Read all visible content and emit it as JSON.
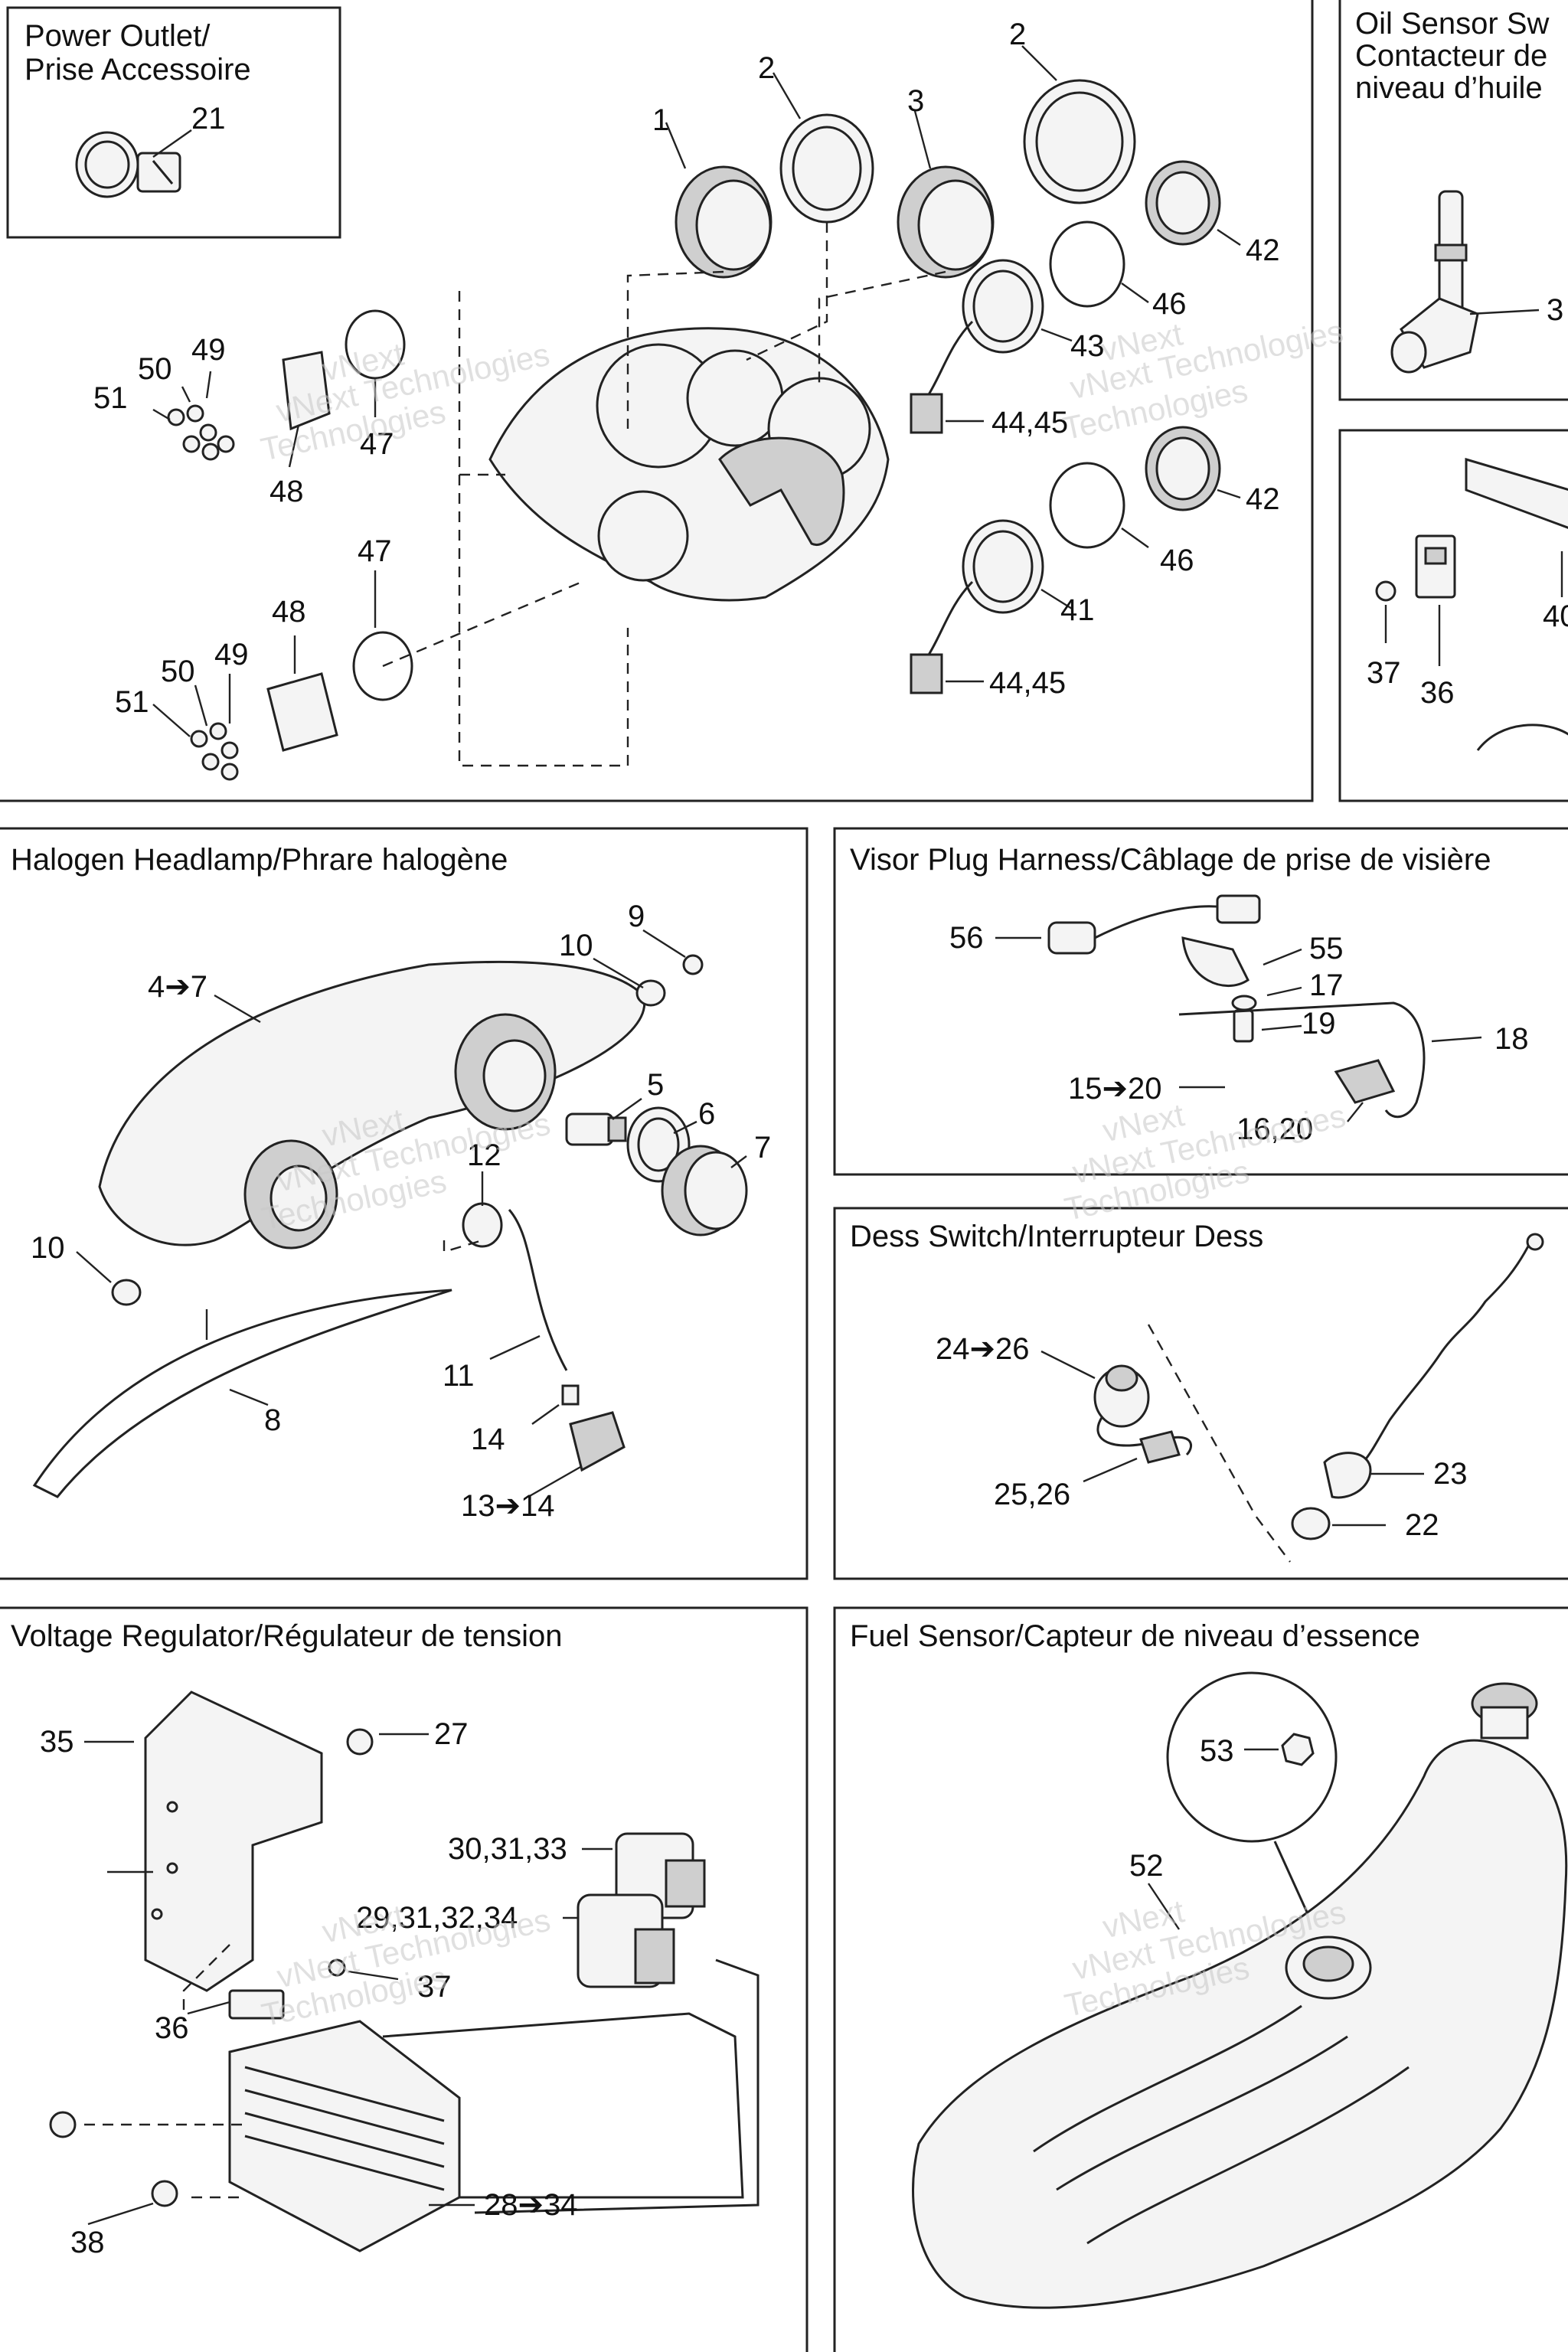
{
  "panels": {
    "power_outlet": {
      "title_line1": "Power Outlet/",
      "title_line2": "Prise Accessoire"
    },
    "oil_sensor": {
      "title_line1": "Oil Sensor Sw",
      "title_line2": "Contacteur de",
      "title_line3": "niveau d’huile"
    },
    "headlamp": {
      "title": "Halogen Headlamp/Phrare halogène"
    },
    "visor_plug": {
      "title": "Visor Plug Harness/Câblage de prise de visière"
    },
    "dess_switch": {
      "title": "Dess Switch/Interrupteur Dess"
    },
    "voltage_regulator": {
      "title": "Voltage Regulator/Régulateur de tension"
    },
    "fuel_sensor": {
      "title": "Fuel Sensor/Capteur de niveau d’essence"
    }
  },
  "callouts": {
    "c21": "21",
    "c1": "1",
    "c2a": "2",
    "c2b": "2",
    "c3": "3",
    "c42a": "42",
    "c46a": "46",
    "c43": "43",
    "c4445a": "44,45",
    "c42b": "42",
    "c46b": "46",
    "c41": "41",
    "c4445b": "44,45",
    "c49a": "49",
    "c50a": "50",
    "c51a": "51",
    "c48a": "48",
    "c47a": "47",
    "c47b": "47",
    "c48b": "48",
    "c50b": "50",
    "c49b": "49",
    "c51b": "51",
    "c3x": "3",
    "c40": "40",
    "c37a": "37",
    "c36a": "36",
    "c9": "9",
    "c10a": "10",
    "c47arrow": "4➔7",
    "c5": "5",
    "c6": "6",
    "c7": "7",
    "c12": "12",
    "c10b": "10",
    "c8": "8",
    "c11": "11",
    "c14": "14",
    "c1314": "13➔14",
    "c56": "56",
    "c55": "55",
    "c17": "17",
    "c19": "19",
    "c18": "18",
    "c1520": "15➔20",
    "c1620": "16,20",
    "c2426": "24➔26",
    "c2526": "25,26",
    "c23": "23",
    "c22": "22",
    "c35": "35",
    "c27": "27",
    "c303133": "30,31,33",
    "c29313234": "29,31,32,34",
    "c37b": "37",
    "c36b": "36",
    "c2834": "28➔34",
    "c38": "38",
    "c53": "53",
    "c52": "52"
  },
  "watermark": {
    "line1": "vNext",
    "line2": "vNext Technologies",
    "line3": "Technologies"
  },
  "colors": {
    "ink": "#222222",
    "paper": "#ffffff",
    "watermark": "#c8c8c8"
  }
}
